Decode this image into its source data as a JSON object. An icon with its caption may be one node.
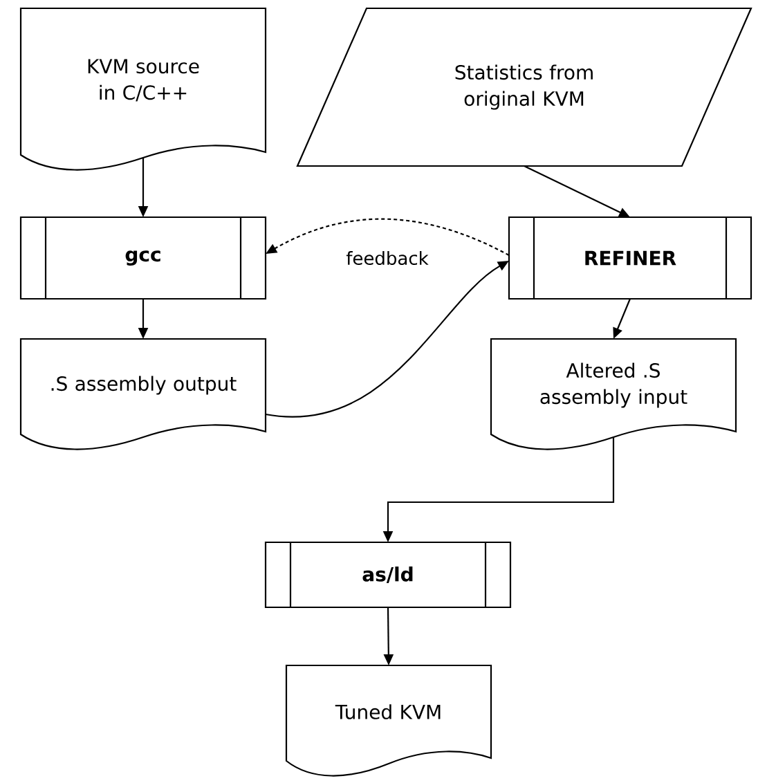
{
  "diagram": {
    "nodes": [
      {
        "text": [
          "KVM source in C/C++"
        ]
      },
      {
        "text": [
          "Statistics from original KVM"
        ]
      },
      {
        "text": [
          "gcc"
        ]
      },
      {
        "text": [
          "REFINER"
        ]
      },
      {
        "text": [
          ".S assembly output"
        ]
      },
      {
        "text": [
          "Altered .S assembly input"
        ]
      },
      {
        "text": [
          "as/ld"
        ]
      },
      {
        "text": [
          "Tuned KVM"
        ]
      }
    ],
    "edges": [
      {
        "from": 0,
        "to": 2,
        "arrow": "to"
      },
      {
        "from": 1,
        "to": 3,
        "arrow": "to"
      },
      {
        "from": 2,
        "to": 4,
        "arrow": "to"
      },
      {
        "from": 3,
        "to": 5,
        "arrow": "to"
      },
      {
        "from": 4,
        "to": 3,
        "arrow": "to"
      },
      {
        "from": 3,
        "to": 2,
        "arrow": "to",
        "label": "feedback",
        "style": "dashed"
      },
      {
        "from": 5,
        "to": 6,
        "arrow": "to"
      },
      {
        "from": 6,
        "to": 7,
        "arrow": "to"
      }
    ]
  }
}
